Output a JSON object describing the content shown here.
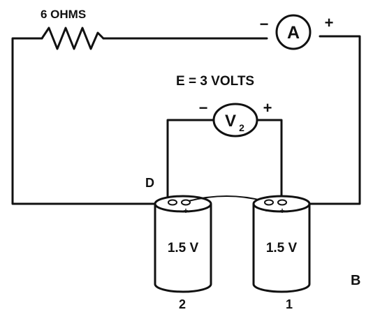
{
  "resistor": {
    "label": "6 OHMS"
  },
  "ammeter": {
    "symbol": "A",
    "neg": "−",
    "pos": "+"
  },
  "voltmeter": {
    "symbol": "V",
    "subscript": "2",
    "neg": "−",
    "pos": "+"
  },
  "emf_label": "E = 3 VOLTS",
  "point_d": "D",
  "point_b": "B",
  "cells": [
    {
      "voltage": "1.5 V",
      "number": "2",
      "neg": "−",
      "pos": "+"
    },
    {
      "voltage": "1.5 V",
      "number": "1",
      "neg": "−",
      "pos": "+"
    }
  ],
  "colors": {
    "ink": "#111111",
    "background": "#ffffff"
  }
}
